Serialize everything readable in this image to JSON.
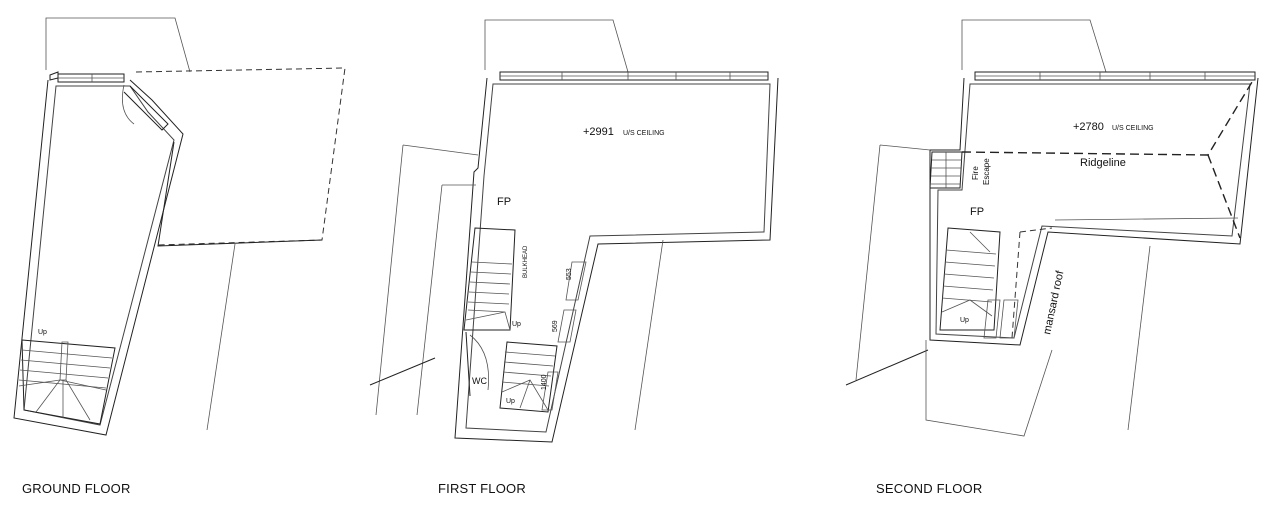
{
  "captions": {
    "ground": "GROUND FLOOR",
    "first": "FIRST FLOOR",
    "second": "SECOND FLOOR"
  },
  "ground_floor": {
    "stair_up": "Up"
  },
  "first_floor": {
    "ceiling_height": "+2991",
    "ceiling_label": "U/S CEILING",
    "fp": "FP",
    "bulkhead": "BULKHEAD",
    "dim_1": "553",
    "dim_2": "569",
    "dim_3": "1400",
    "wc": "WC",
    "stair_up_1": "Up",
    "stair_up_2": "Up"
  },
  "second_floor": {
    "ceiling_height": "+2780",
    "ceiling_label": "U/S CEILING",
    "ridgeline": "Ridgeline",
    "fire": "Fire",
    "escape": "Escape",
    "fp": "FP",
    "mansard": "mansard roof",
    "stair_up": "Up"
  }
}
